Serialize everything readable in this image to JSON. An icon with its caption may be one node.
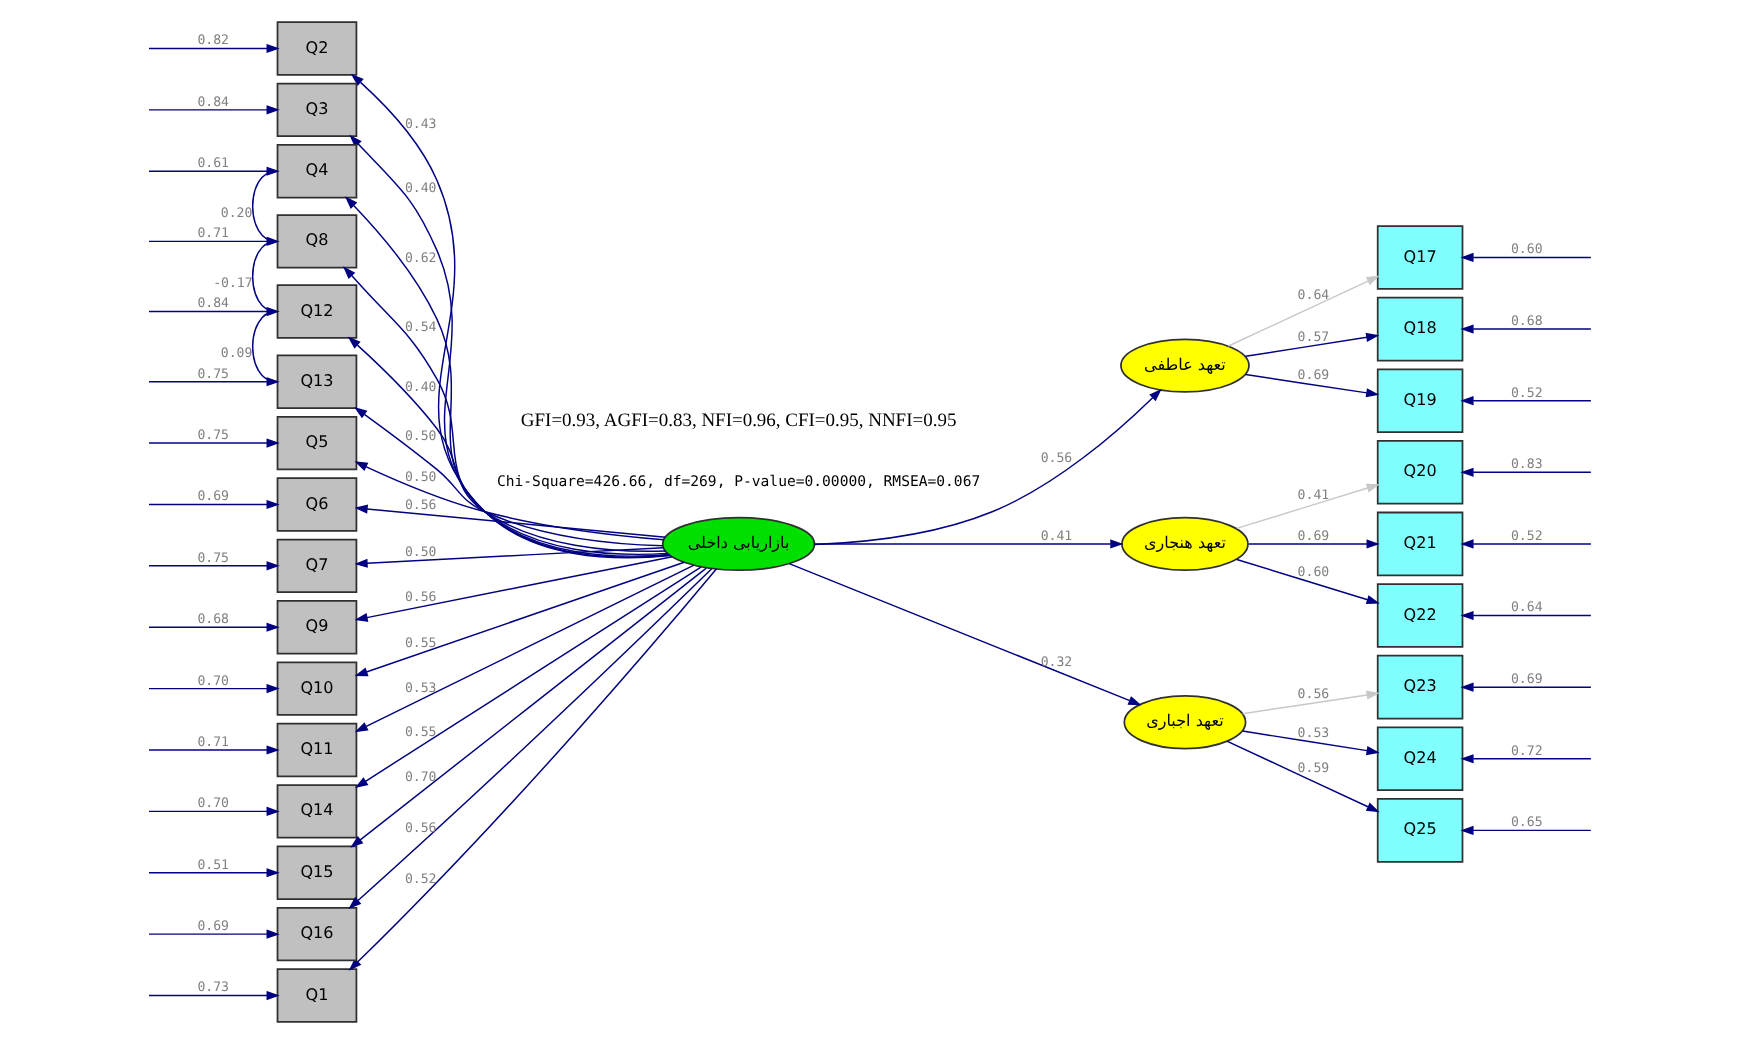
{
  "diagram": {
    "nodes": [
      {
        "text": [
          "Q1"
        ]
      },
      {
        "text": [
          "Q2"
        ]
      },
      {
        "text": [
          "Q3"
        ]
      },
      {
        "text": [
          "Q4"
        ]
      },
      {
        "text": [
          "Q5"
        ]
      },
      {
        "text": [
          "Q6"
        ]
      },
      {
        "text": [
          "Q7"
        ]
      },
      {
        "text": [
          "Q8"
        ]
      },
      {
        "text": [
          "Q9"
        ]
      },
      {
        "text": [
          "Q10"
        ]
      },
      {
        "text": [
          "Q11"
        ]
      },
      {
        "text": [
          "Q12"
        ]
      },
      {
        "text": [
          "Q13"
        ]
      },
      {
        "text": [
          "Q14"
        ]
      },
      {
        "text": [
          "Q15"
        ]
      },
      {
        "text": [
          "Q16"
        ]
      },
      {
        "text": [
          "بازاریابی داخلی"
        ]
      },
      {
        "text": [
          "تعهد عاطفی"
        ]
      },
      {
        "text": [
          "تعهد هنجاری"
        ]
      },
      {
        "text": [
          "تعهد اجباری"
        ]
      },
      {
        "text": [
          "Q17"
        ]
      },
      {
        "text": [
          "Q18"
        ]
      },
      {
        "text": [
          "Q19"
        ]
      },
      {
        "text": [
          "Q20"
        ]
      },
      {
        "text": [
          "Q21"
        ]
      },
      {
        "text": [
          "Q22"
        ]
      },
      {
        "text": [
          "Q23"
        ]
      },
      {
        "text": [
          "Q24"
        ]
      },
      {
        "text": [
          "Q25"
        ]
      }
    ],
    "edges": [
      {
        "from": null,
        "to": 0,
        "arrow": "to",
        "label": "0.73"
      },
      {
        "from": null,
        "to": 1,
        "arrow": "to",
        "label": "0.82"
      },
      {
        "from": null,
        "to": 2,
        "arrow": "to",
        "label": "0.84"
      },
      {
        "from": null,
        "to": 3,
        "arrow": "to",
        "label": "0.61"
      },
      {
        "from": null,
        "to": 4,
        "arrow": "to",
        "label": "0.75"
      },
      {
        "from": null,
        "to": 5,
        "arrow": "to",
        "label": "0.69"
      },
      {
        "from": null,
        "to": 6,
        "arrow": "to",
        "label": "0.75"
      },
      {
        "from": null,
        "to": 7,
        "arrow": "to",
        "label": "0.71"
      },
      {
        "from": null,
        "to": 8,
        "arrow": "to",
        "label": "0.68"
      },
      {
        "from": null,
        "to": 9,
        "arrow": "to",
        "label": "0.70"
      },
      {
        "from": null,
        "to": 10,
        "arrow": "to",
        "label": "0.71"
      },
      {
        "from": null,
        "to": 11,
        "arrow": "to",
        "label": "0.84"
      },
      {
        "from": null,
        "to": 12,
        "arrow": "to",
        "label": "0.75"
      },
      {
        "from": null,
        "to": 13,
        "arrow": "to",
        "label": "0.70"
      },
      {
        "from": null,
        "to": 14,
        "arrow": "to",
        "label": "0.51"
      },
      {
        "from": null,
        "to": 15,
        "arrow": "to",
        "label": "0.69"
      },
      {
        "from": 3,
        "to": 7,
        "arrow": "both",
        "label": "0.20"
      },
      {
        "from": 7,
        "to": 11,
        "arrow": "both",
        "label": "-0.17"
      },
      {
        "from": 11,
        "to": 12,
        "arrow": "both",
        "label": "0.09"
      },
      {
        "from": 16,
        "to": 0,
        "arrow": "to",
        "label": "0.52"
      },
      {
        "from": 16,
        "to": 1,
        "arrow": "to",
        "label": "0.43"
      },
      {
        "from": 16,
        "to": 2,
        "arrow": "to",
        "label": "0.40"
      },
      {
        "from": 16,
        "to": 3,
        "arrow": "to",
        "label": "0.62"
      },
      {
        "from": 16,
        "to": 4,
        "arrow": "to",
        "label": "0.50"
      },
      {
        "from": 16,
        "to": 5,
        "arrow": "to",
        "label": "0.56"
      },
      {
        "from": 16,
        "to": 6,
        "arrow": "to",
        "label": "0.50"
      },
      {
        "from": 16,
        "to": 7,
        "arrow": "to",
        "label": "0.54"
      },
      {
        "from": 16,
        "to": 8,
        "arrow": "to",
        "label": "0.56"
      },
      {
        "from": 16,
        "to": 9,
        "arrow": "to",
        "label": "0.55"
      },
      {
        "from": 16,
        "to": 10,
        "arrow": "to",
        "label": "0.53"
      },
      {
        "from": 16,
        "to": 11,
        "arrow": "to",
        "label": "0.40"
      },
      {
        "from": 16,
        "to": 12,
        "arrow": "to",
        "label": "0.50"
      },
      {
        "from": 16,
        "to": 13,
        "arrow": "to",
        "label": "0.55"
      },
      {
        "from": 16,
        "to": 14,
        "arrow": "to",
        "label": "0.70"
      },
      {
        "from": 16,
        "to": 15,
        "arrow": "to",
        "label": "0.56"
      },
      {
        "from": 16,
        "to": 17,
        "arrow": "to",
        "label": "0.56"
      },
      {
        "from": 16,
        "to": 18,
        "arrow": "to",
        "label": "0.41"
      },
      {
        "from": 16,
        "to": 19,
        "arrow": "to",
        "label": "0.32"
      },
      {
        "from": 17,
        "to": 20,
        "arrow": "to",
        "label": "0.64",
        "color": "#c8c8c8"
      },
      {
        "from": 17,
        "to": 21,
        "arrow": "to",
        "label": "0.57"
      },
      {
        "from": 17,
        "to": 22,
        "arrow": "to",
        "label": "0.69"
      },
      {
        "from": 18,
        "to": 23,
        "arrow": "to",
        "label": "0.41",
        "color": "#c8c8c8"
      },
      {
        "from": 18,
        "to": 24,
        "arrow": "to",
        "label": "0.69"
      },
      {
        "from": 18,
        "to": 25,
        "arrow": "to",
        "label": "0.60"
      },
      {
        "from": 19,
        "to": 26,
        "arrow": "to",
        "label": "0.56",
        "color": "#c8c8c8"
      },
      {
        "from": 19,
        "to": 27,
        "arrow": "to",
        "label": "0.53"
      },
      {
        "from": 19,
        "to": 28,
        "arrow": "to",
        "label": "0.59"
      },
      {
        "from": null,
        "to": 20,
        "arrow": "to",
        "label": "0.60"
      },
      {
        "from": null,
        "to": 21,
        "arrow": "to",
        "label": "0.68"
      },
      {
        "from": null,
        "to": 22,
        "arrow": "to",
        "label": "0.52"
      },
      {
        "from": null,
        "to": 23,
        "arrow": "to",
        "label": "0.83"
      },
      {
        "from": null,
        "to": 24,
        "arrow": "to",
        "label": "0.52"
      },
      {
        "from": null,
        "to": 25,
        "arrow": "to",
        "label": "0.64"
      },
      {
        "from": null,
        "to": 26,
        "arrow": "to",
        "label": "0.69"
      },
      {
        "from": null,
        "to": 27,
        "arrow": "to",
        "label": "0.72"
      },
      {
        "from": null,
        "to": 28,
        "arrow": "to",
        "label": "0.65"
      }
    ],
    "labels": [
      "Chi-Square=426.66, df=269, P-value=0.00000, RMSEA=0.067",
      "GFI=0.93, AGFI=0.83, NFI=0.96, CFI=0.95, NNFI=0.95"
    ]
  }
}
